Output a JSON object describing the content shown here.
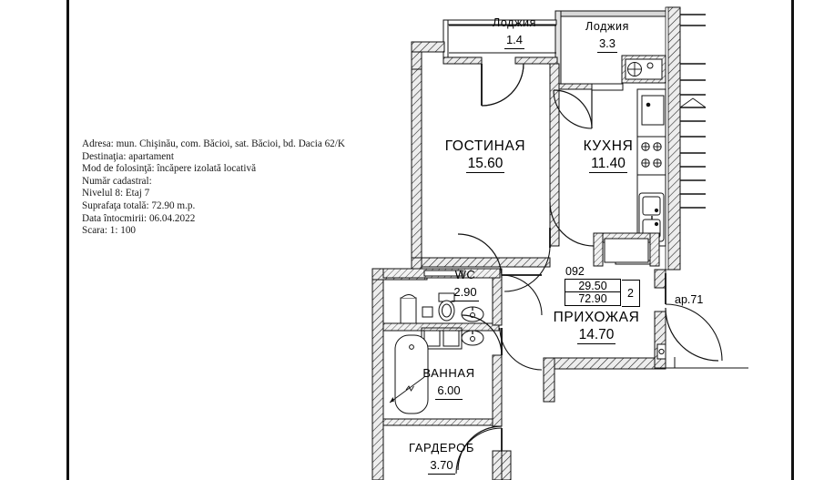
{
  "document": {
    "type": "floor-plan",
    "title": "Apartment cadastral floor plan"
  },
  "info_block": {
    "lines": [
      "Adresa: mun. Chişinău, com. Băcioi, sat. Băcioi, bd. Dacia 62/K",
      "Destinaţia: apartament",
      "Mod de folosinţă: încăpere izolată locativă",
      "Număr cadastral:",
      "Nivelul 8: Etaj 7",
      "Suprafaţa totală: 72.90 m.p.",
      "Data întocmirii: 06.04.2022",
      "Scara: 1: 100"
    ]
  },
  "cadastral_box": {
    "code": "092",
    "area_living": "29.50",
    "area_total": "72.90",
    "rooms": "2"
  },
  "apartment_label": "ap.71",
  "rooms": [
    {
      "id": "loggia-1",
      "name": "Лоджия",
      "area": "1.4"
    },
    {
      "id": "loggia-2",
      "name": "Лоджия",
      "area": "3.3"
    },
    {
      "id": "living",
      "name": "ГОСТИНАЯ",
      "area": "15.60"
    },
    {
      "id": "kitchen",
      "name": "КУХНЯ",
      "area": "11.40"
    },
    {
      "id": "wc",
      "name": "WC",
      "area": "2.90"
    },
    {
      "id": "hall",
      "name": "ПРИХОЖАЯ",
      "area": "14.70"
    },
    {
      "id": "bath",
      "name": "ВАННАЯ",
      "area": "6.00"
    },
    {
      "id": "wardrobe",
      "name": "ГАРДЕРОБ",
      "area": "3.70"
    }
  ],
  "colors": {
    "line": "#111111",
    "wall_fill": "#e9e9e9",
    "background": "#ffffff"
  }
}
